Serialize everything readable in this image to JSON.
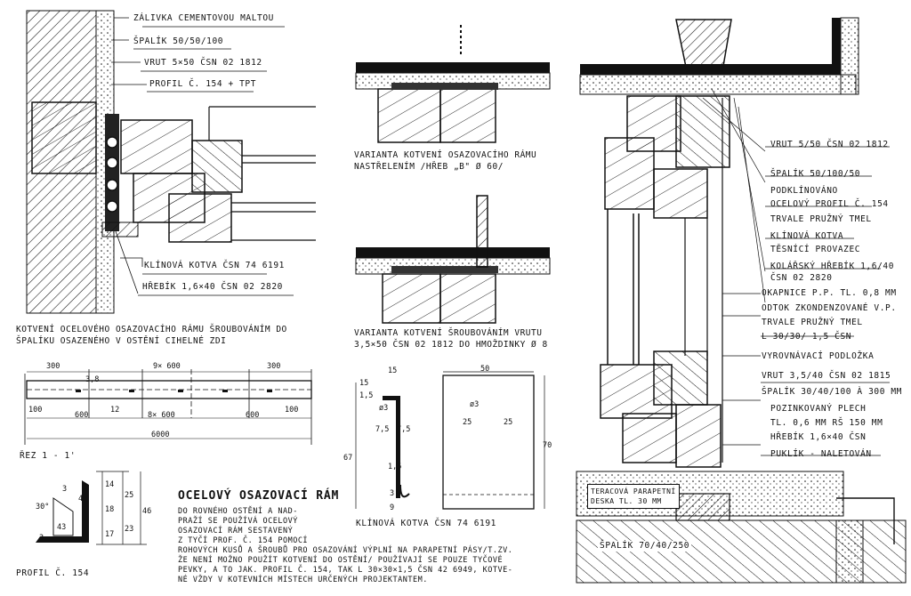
{
  "top_left_labels": [
    "ZÁLIVKA CEMENTOVOU MALTOU",
    "ŠPALÍK 50/50/100",
    "VRUT 5×50 ČSN 02 1812",
    "PROFIL Č. 154 + TPT",
    "KLÍNOVÁ KOTVA ČSN 74 6191",
    "HŘEBÍK 1,6×40 ČSN 02 2820"
  ],
  "top_left_caption": [
    "KOTVENÍ OCELOVÉHO OSAZOVACÍHO RÁMU ŠROUBOVÁNÍM DO",
    "ŠPALÍKU OSAZENÉHO V OSTĚNÍ CIHELNÉ ZDI"
  ],
  "mid_caption_1": [
    "VARIANTA KOTVENÍ OSAZOVACÍHO RÁMU",
    "NASTŘELENÍM /HŘEB „B\" ø 60/"
  ],
  "mid_caption_2": [
    "VARIANTA KOTVENÍ ŠROUBOVÁNÍM VRUTU",
    "3,5×50 ČSN 02 1812 DO HMOŽDINKY ø 8"
  ],
  "right_labels": [
    "VRUT 5/50 ČSN 02 1812",
    "ŠPALÍK 50/100/50",
    "PODKLÍNOVÁNO",
    "OCELOVÝ PROFIL Č. 154",
    "TRVALE PRUŽNÝ TMEL",
    "KLÍNOVÁ KOTVA",
    "TĚSNÍCÍ PROVAZEC",
    "KOLÁŘSKÝ HŘEBÍK 1,6/40",
    "ČSN 02 2820",
    "OKAPNICE P.P. TL. 0,8 mm",
    "ODTOK ZKONDENZOVANÉ V.P.",
    "TRVALE PRUŽNÝ TMEL",
    "L 30/30/ 1,5 ČSN",
    "VYROVNÁVACÍ PODLOŽKA",
    "VRUT 3,5/40 ČSN 02 1815",
    "ŠPALÍK 30/40/100 à 300 mm",
    "POZINKOVANÝ PLECH",
    "TL. 0,6 mm RŠ 150 mm",
    "HŘEBÍK 1,6×40 ČSN",
    "PUKLÍK - NALETOVÁN"
  ],
  "terrace_label": [
    "TERACOVÁ PARAPETNÍ",
    "DESKA TL. 30 mm"
  ],
  "bottom_right_label": "ŠPALÍK 70/40/250",
  "frame_dims": {
    "top": [
      "300",
      "9× 600",
      "300"
    ],
    "small": "3,8",
    "mid": [
      "100",
      "600",
      "8× 600",
      "600",
      "100"
    ],
    "small2": "12",
    "total": "6000"
  },
  "section_label": "ŘEZ 1 - 1'",
  "profile_label": "PROFIL Č. 154",
  "profile_dims": [
    "30°",
    "3",
    "43",
    "3",
    "4",
    "14",
    "18",
    "17",
    "25",
    "23",
    "46"
  ],
  "anchor_dims": [
    "15",
    "15",
    "1,5",
    "ø3",
    "7,5",
    "7,5",
    "1,5",
    "67",
    "3",
    "9",
    "50",
    "ø3",
    "25",
    "25",
    "70"
  ],
  "anchor_label": "KLÍNOVÁ KOTVA ČSN 74 6191",
  "steel_frame_title": "OCELOVÝ OSAZOVACÍ RÁM",
  "steel_frame_text": [
    "DO ROVNÉHO OSTĚNÍ A NAD-",
    "PRAŽÍ SE POUŽÍVÁ OCELOVÝ",
    "OSAZOVACÍ RÁM SESTAVENÝ",
    "Z TYČÍ PROF. Č. 154 POMOCÍ",
    "ROHOVÝCH KUSŮ A ŠROUBŮ PRO OSAZOVÁNÍ VÝPLNÍ NA PARAPETNÍ PÁSY/T.ZV.",
    "ŽE NENÍ MOŽNO POUŽÍT KOTVENÍ DO OSTĚNÍ/ POUŽÍVAJÍ SE POUZE TYČOVÉ",
    "PEVKY, A TO JAK. PROFIL Č. 154, TAK L 30×30×1,5 ČSN 42 6949, KOTVE-",
    "NÉ VŽDY V KOTEVNÍCH MÍSTECH URČENÝCH PROJEKTANTEM."
  ]
}
